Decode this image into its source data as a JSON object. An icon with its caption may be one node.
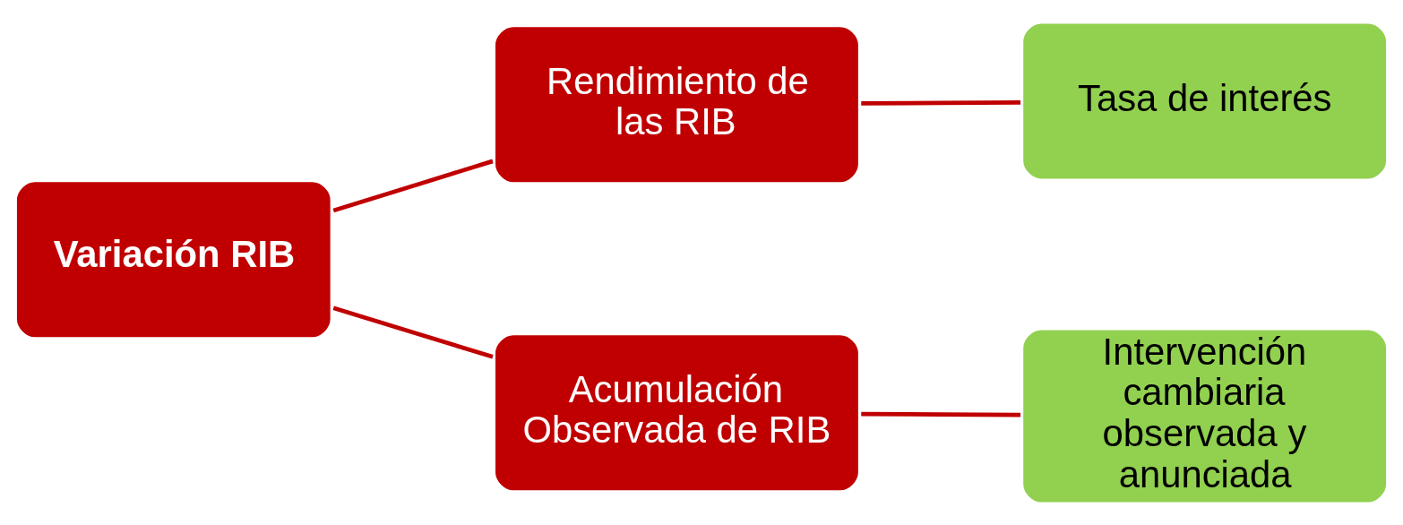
{
  "diagram": {
    "nodes": [
      {
        "text": [
          "Variación RIB"
        ]
      },
      {
        "text": [
          "Rendimiento de las RIB"
        ]
      },
      {
        "text": [
          "Tasa de interés"
        ]
      },
      {
        "text": [
          "Acumulación Observada de RIB"
        ]
      },
      {
        "text": [
          "Intervención cambiaria observada y anunciada"
        ]
      }
    ],
    "edges": [
      {
        "from": 0,
        "to": 1,
        "arrow": "none"
      },
      {
        "from": 0,
        "to": 3,
        "arrow": "none"
      },
      {
        "from": 1,
        "to": 2,
        "arrow": "none"
      },
      {
        "from": 3,
        "to": 4,
        "arrow": "none"
      }
    ]
  }
}
